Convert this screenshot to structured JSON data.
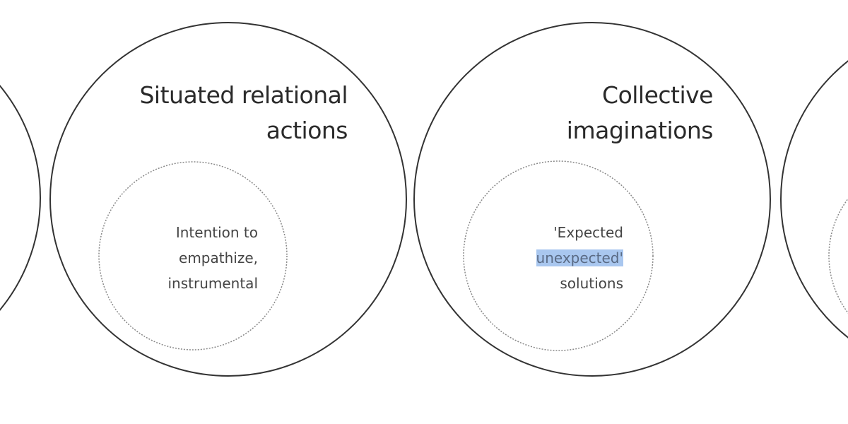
{
  "circles": [
    {
      "title_lines": [
        "Situated relational",
        "actions"
      ],
      "inner_lines": [
        "Intention to",
        "empathize,",
        "instrumental"
      ]
    },
    {
      "title_lines": [
        "Collective",
        "imaginations"
      ],
      "inner_lines": [
        "'Expected",
        "unexpected'",
        "solutions"
      ],
      "highlighted_word": "unexpected"
    }
  ],
  "colors": {
    "outline": "#333333",
    "dotted": "#888888",
    "highlight": "#a9c7ef"
  }
}
